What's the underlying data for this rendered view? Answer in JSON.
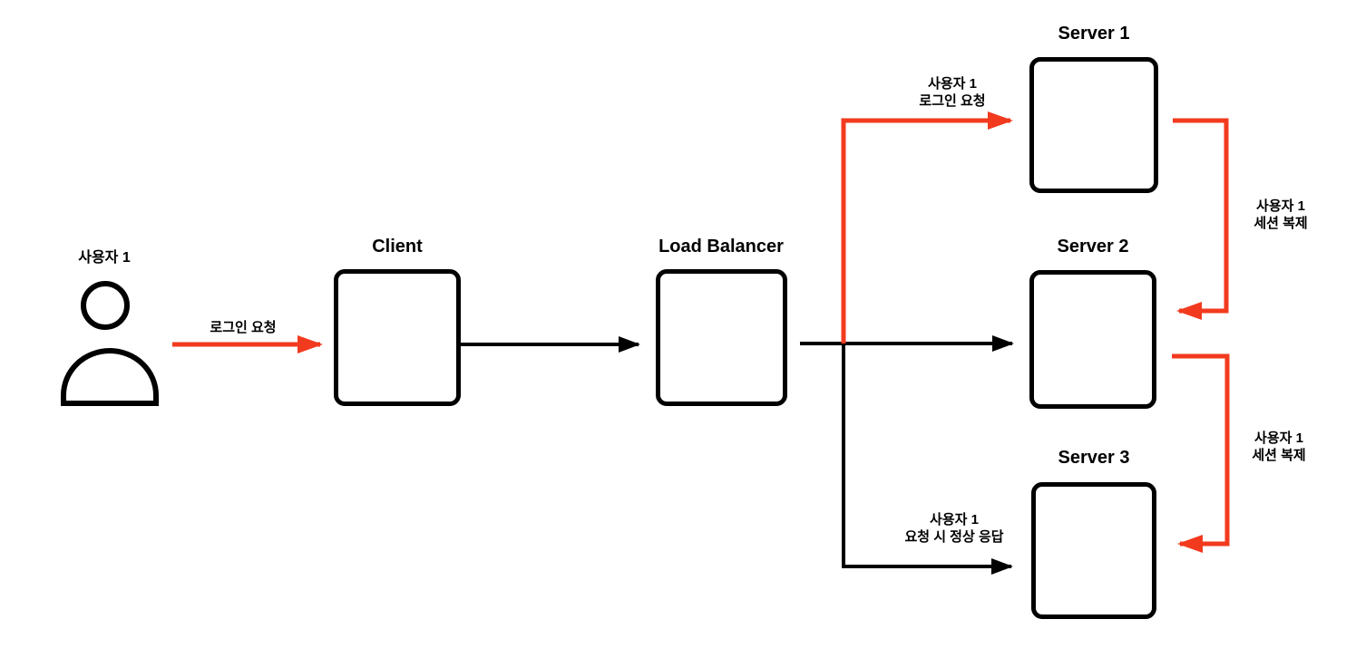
{
  "colors": {
    "line": "#000000",
    "accent": "#f23a1e"
  },
  "nodes": {
    "user": {
      "label": "사용자 1"
    },
    "client": {
      "label": "Client"
    },
    "load_balancer": {
      "label": "Load Balancer"
    },
    "server1": {
      "label": "Server 1"
    },
    "server2": {
      "label": "Server 2"
    },
    "server3": {
      "label": "Server 3"
    }
  },
  "edges": {
    "user_to_client": {
      "label": "로그인 요청"
    },
    "lb_to_server1": {
      "line1": "사용자 1",
      "line2": "로그인 요청"
    },
    "server1_to_server2": {
      "line1": "사용자 1",
      "line2": "세션 복제"
    },
    "server2_to_server3": {
      "line1": "사용자 1",
      "line2": "세션 복제"
    },
    "lb_to_server3": {
      "line1": "사용자 1",
      "line2": "요청 시 정상 응답"
    }
  }
}
